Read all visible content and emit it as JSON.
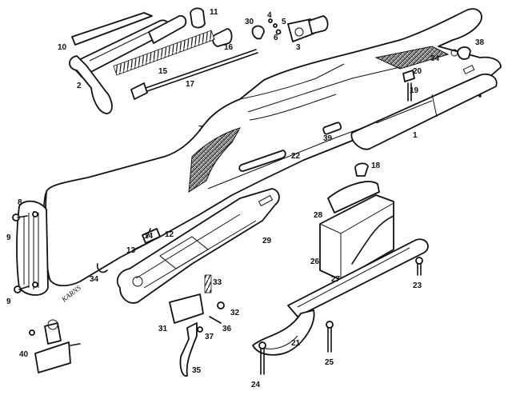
{
  "diagram": {
    "signature": "KARNS",
    "callouts": [
      {
        "id": "c1",
        "text": "1"
      },
      {
        "id": "c2",
        "text": "2"
      },
      {
        "id": "c3",
        "text": "3"
      },
      {
        "id": "c4",
        "text": "4"
      },
      {
        "id": "c5",
        "text": "5"
      },
      {
        "id": "c6",
        "text": "6"
      },
      {
        "id": "c7",
        "text": "7"
      },
      {
        "id": "c8",
        "text": "8"
      },
      {
        "id": "c9a",
        "text": "9"
      },
      {
        "id": "c9b",
        "text": "9"
      },
      {
        "id": "c10",
        "text": "10"
      },
      {
        "id": "c11",
        "text": "11"
      },
      {
        "id": "c12",
        "text": "12"
      },
      {
        "id": "c13",
        "text": "13"
      },
      {
        "id": "c14",
        "text": "14"
      },
      {
        "id": "c15",
        "text": "15"
      },
      {
        "id": "c16",
        "text": "16"
      },
      {
        "id": "c17",
        "text": "17"
      },
      {
        "id": "c18",
        "text": "18"
      },
      {
        "id": "c19",
        "text": "19"
      },
      {
        "id": "c20",
        "text": "20"
      },
      {
        "id": "c21",
        "text": "21"
      },
      {
        "id": "c22",
        "text": "22"
      },
      {
        "id": "c23",
        "text": "23"
      },
      {
        "id": "c24",
        "text": "24"
      },
      {
        "id": "c25",
        "text": "25"
      },
      {
        "id": "c26",
        "text": "26"
      },
      {
        "id": "c27",
        "text": "27"
      },
      {
        "id": "c28",
        "text": "28"
      },
      {
        "id": "c29",
        "text": "29"
      },
      {
        "id": "c30",
        "text": "30"
      },
      {
        "id": "c31",
        "text": "31"
      },
      {
        "id": "c32",
        "text": "32"
      },
      {
        "id": "c33",
        "text": "33"
      },
      {
        "id": "c34a",
        "text": "34"
      },
      {
        "id": "c34b",
        "text": "34"
      },
      {
        "id": "c35",
        "text": "35"
      },
      {
        "id": "c36",
        "text": "36"
      },
      {
        "id": "c37",
        "text": "37"
      },
      {
        "id": "c38",
        "text": "38"
      },
      {
        "id": "c39",
        "text": "39"
      },
      {
        "id": "c40",
        "text": "40"
      }
    ]
  }
}
